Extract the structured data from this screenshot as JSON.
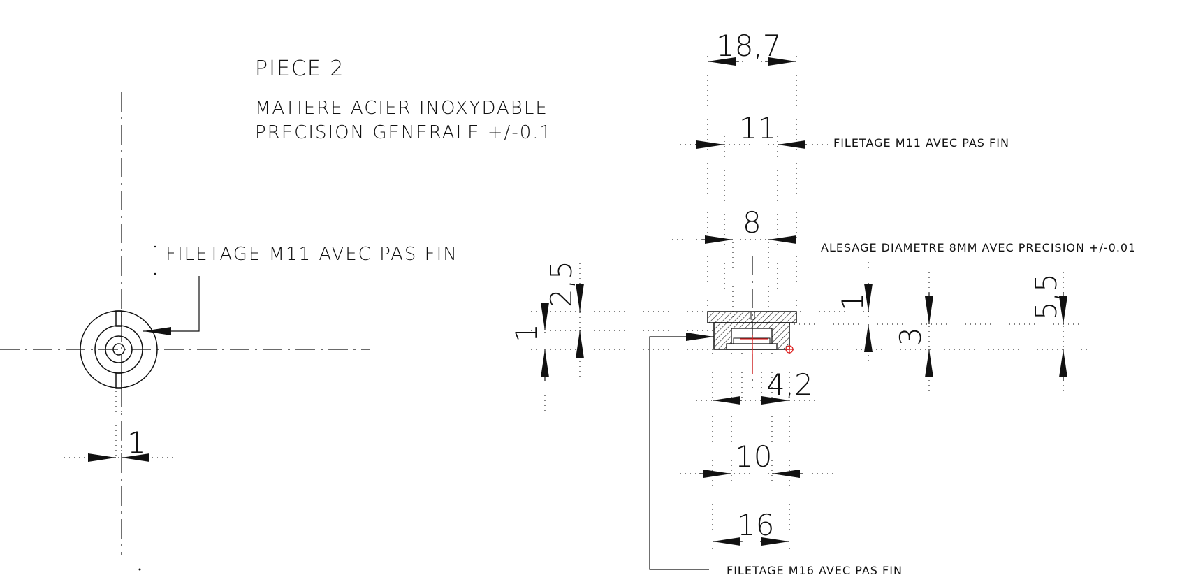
{
  "title_block": {
    "title": "PIECE 2",
    "material": "MATIERE ACIER INOXYDABLE",
    "precision": "PRECISION GENERALE +/-0.1"
  },
  "annotations": {
    "thread_m11_left": "FILETAGE M11 AVEC PAS FIN",
    "thread_m11_right": "FILETAGE M11  AVEC PAS FIN",
    "bore_note": "ALESAGE DIAMETRE 8MM AVEC PRECISION +/-0.01",
    "thread_m16": "FILETAGE M16  AVEC PAS FIN"
  },
  "dimensions": {
    "d_18_7": "18,7",
    "d_11": "11",
    "d_8": "8",
    "d_2_5": "2,5",
    "d_1_left": "1",
    "d_1_mid": "1",
    "d_3": "3",
    "d_5_5": "5,5",
    "d_4_2": "4,2",
    "d_10": "10",
    "d_16": "16",
    "d_1_slot": "1"
  },
  "colors": {
    "line": "#111111",
    "marker": "#e02020"
  }
}
